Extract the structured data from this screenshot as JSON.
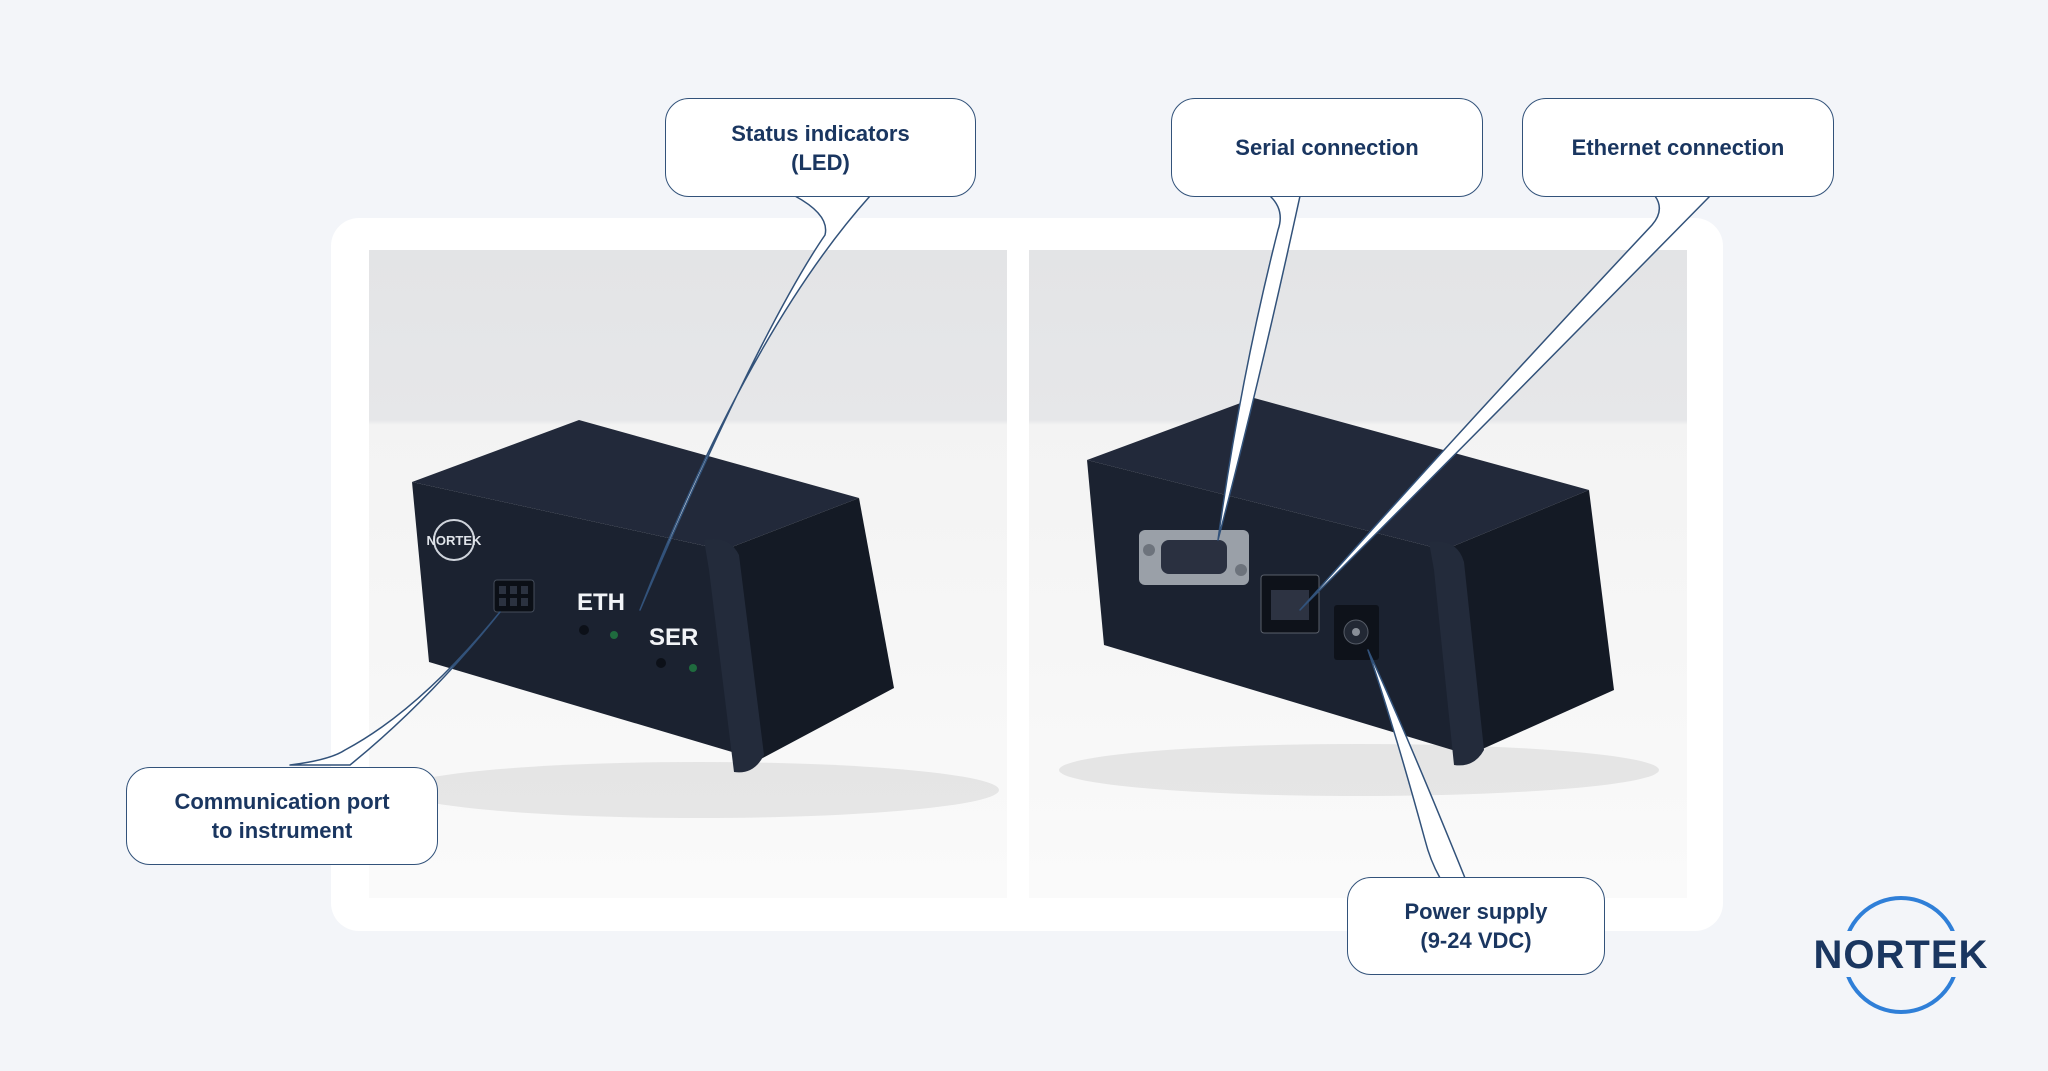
{
  "callouts": {
    "status": {
      "line1": "Status indicators",
      "line2": "(LED)"
    },
    "comm": {
      "line1": "Communication port",
      "line2": "to instrument"
    },
    "serial": {
      "line1": "Serial connection"
    },
    "ethernet": {
      "line1": "Ethernet connection"
    },
    "power": {
      "line1": "Power supply",
      "line2": "(9-24 VDC)"
    }
  },
  "device_labels": {
    "brand": "NORTEK",
    "eth": "ETH",
    "ser": "SER"
  },
  "logo": {
    "text": "NORTEK"
  },
  "colors": {
    "background": "#f3f5f9",
    "accent": "#1a3660",
    "ring": "#2f7fd8",
    "device": "#1d2530"
  }
}
